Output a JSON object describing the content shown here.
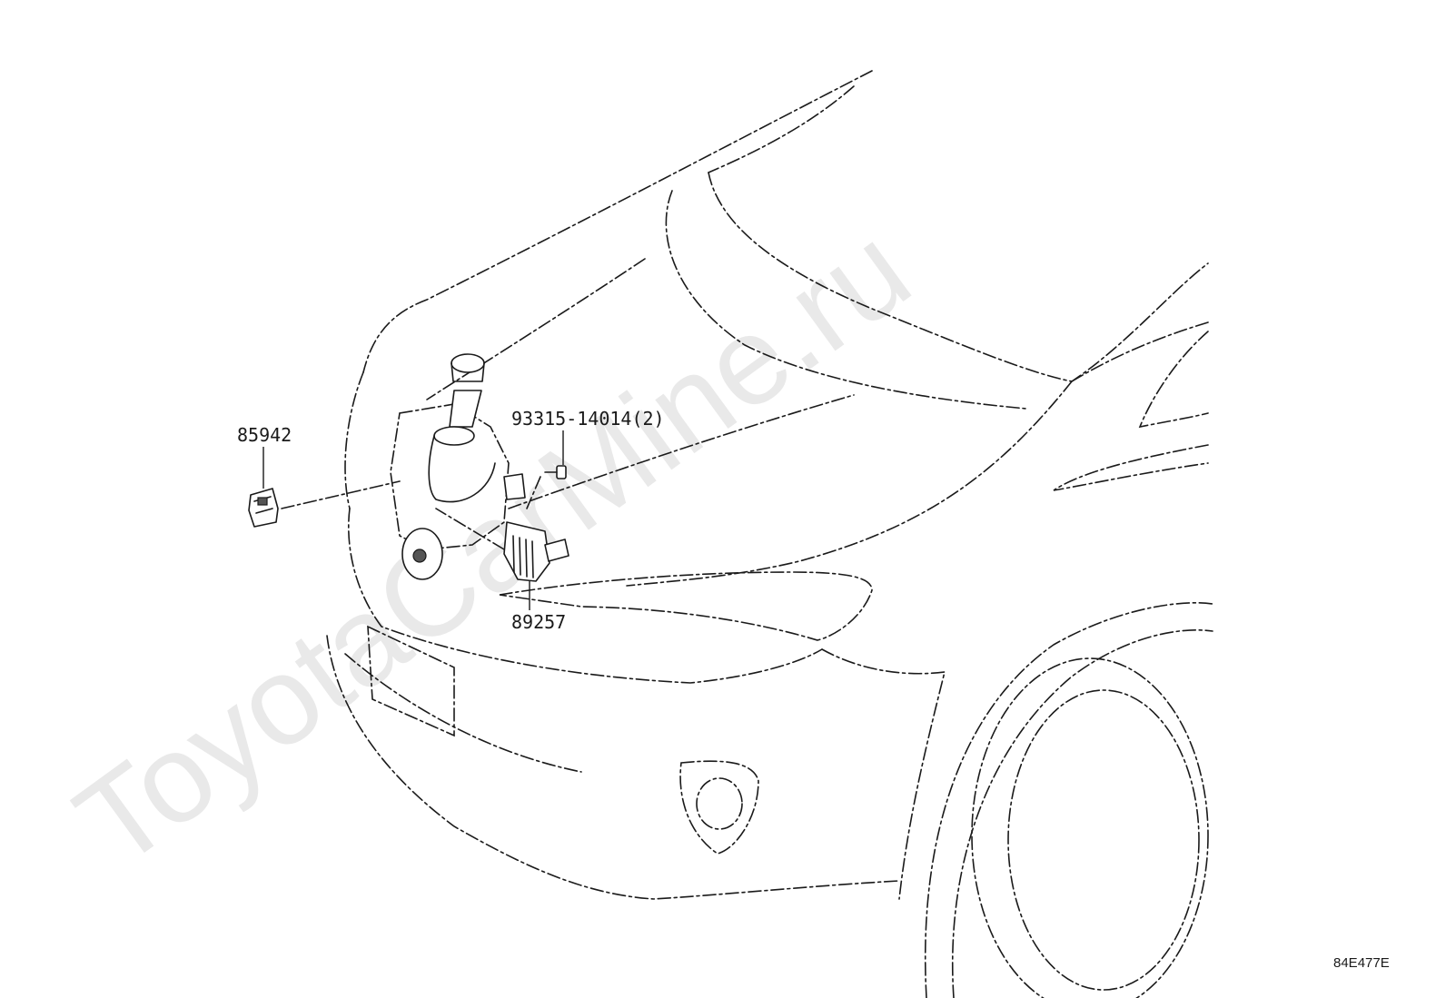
{
  "watermark": "ToyotaCarMine.ru",
  "callouts": {
    "p85942": "85942",
    "p93315": "93315-14014(2)",
    "p89257": "89257"
  },
  "reference_code": "84E477E"
}
